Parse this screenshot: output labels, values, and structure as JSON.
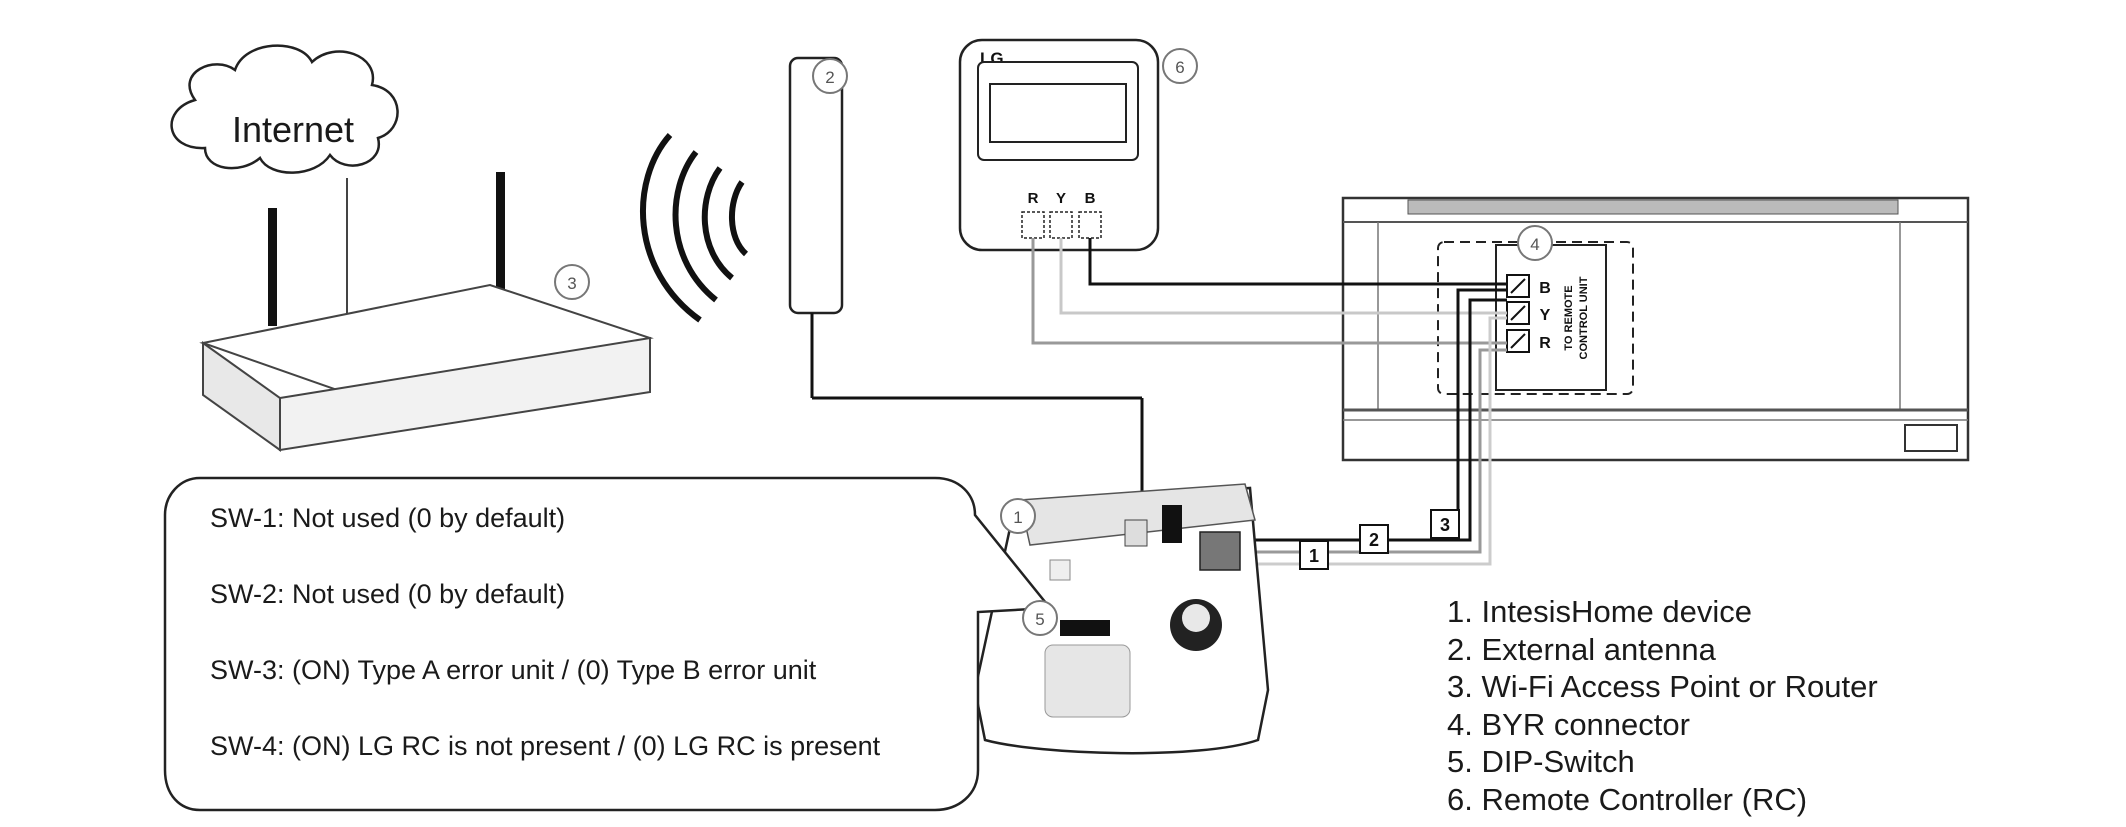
{
  "cloud_label": "Internet",
  "remote_brand": "LG",
  "remote_terminals": [
    "R",
    "Y",
    "B"
  ],
  "connector_terminals": [
    "B",
    "Y",
    "R"
  ],
  "connector_caption_lines": [
    "TO REMOTE",
    "CONTROL UNIT"
  ],
  "wire_labels": [
    "1",
    "2",
    "3"
  ],
  "markers": [
    "1",
    "2",
    "3",
    "4",
    "5",
    "6"
  ],
  "dip_switch_notes": [
    "SW-1: Not used (0 by default)",
    "SW-2: Not used (0 by default)",
    "SW-3: (ON) Type A error unit / (0) Type B error unit",
    "SW-4: (ON) LG RC is not present / (0) LG RC is present"
  ],
  "legend": [
    "1. IntesisHome device",
    "2. External antenna",
    "3. Wi-Fi Access Point or Router",
    "4. BYR connector",
    "5. DIP-Switch",
    "6. Remote Controller (RC)"
  ]
}
